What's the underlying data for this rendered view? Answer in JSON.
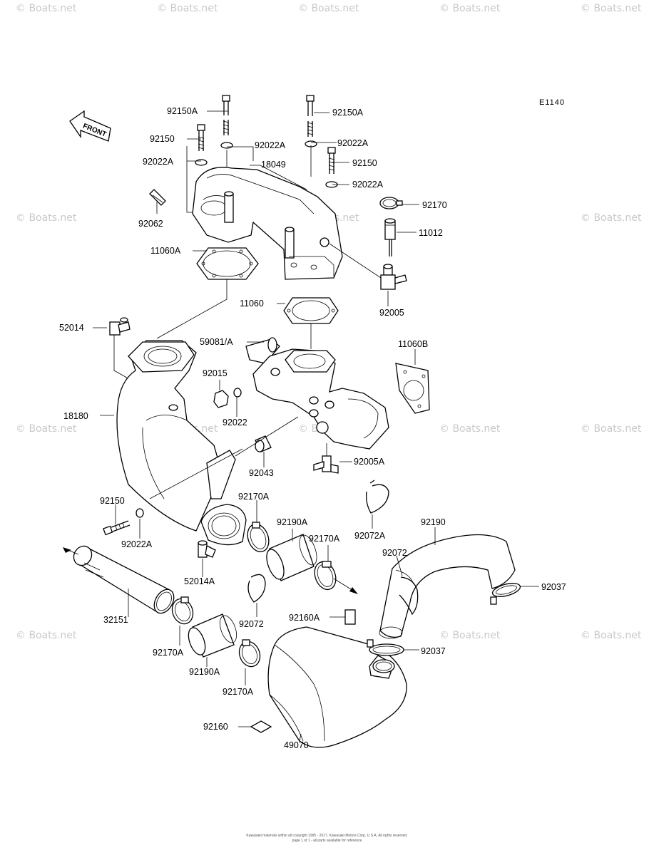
{
  "watermark_text": "© Boats.net",
  "diagram_code": "E1140",
  "front_arrow_label": "FRONT",
  "part_labels": {
    "p92150A_top_left": "92150A",
    "p92150A_top_right": "92150A",
    "p92150_left": "92150",
    "p92022A_left_a": "92022A",
    "p92022A_center": "92022A",
    "p92022A_right_a": "92022A",
    "p92150_right": "92150",
    "p92022A_right_b": "92022A",
    "p18049": "18049",
    "p92170": "92170",
    "p92062": "92062",
    "p11012": "11012",
    "p11060A": "11060A",
    "p92005": "92005",
    "p11060": "11060",
    "p52014": "52014",
    "p59081A": "59081/A",
    "p11060B": "11060B",
    "p92015": "92015",
    "p18180": "18180",
    "p92022": "92022",
    "p92043": "92043",
    "p92005A": "92005A",
    "p92150_lower": "92150",
    "p92170A_a": "92170A",
    "p92022A_lower": "92022A",
    "p92190A_a": "92190A",
    "p92170A_b": "92170A",
    "p92072A": "92072A",
    "p92190": "92190",
    "p92072_right": "92072",
    "p92037_a": "92037",
    "p52014A": "52014A",
    "p32151": "32151",
    "p92072_center": "92072",
    "p92160A": "92160A",
    "p92037_b": "92037",
    "p92170A_c": "92170A",
    "p92190A_b": "92190A",
    "p92170A_d": "92170A",
    "p92160": "92160",
    "p49070": "49070"
  },
  "footer_line1": "Kawasaki materials within all copyright 1995 - 2017, Kawasaki Motors Corp, U.S.A. All rights reserved.",
  "footer_line2": "page 1 of 1 - all parts available for reference"
}
